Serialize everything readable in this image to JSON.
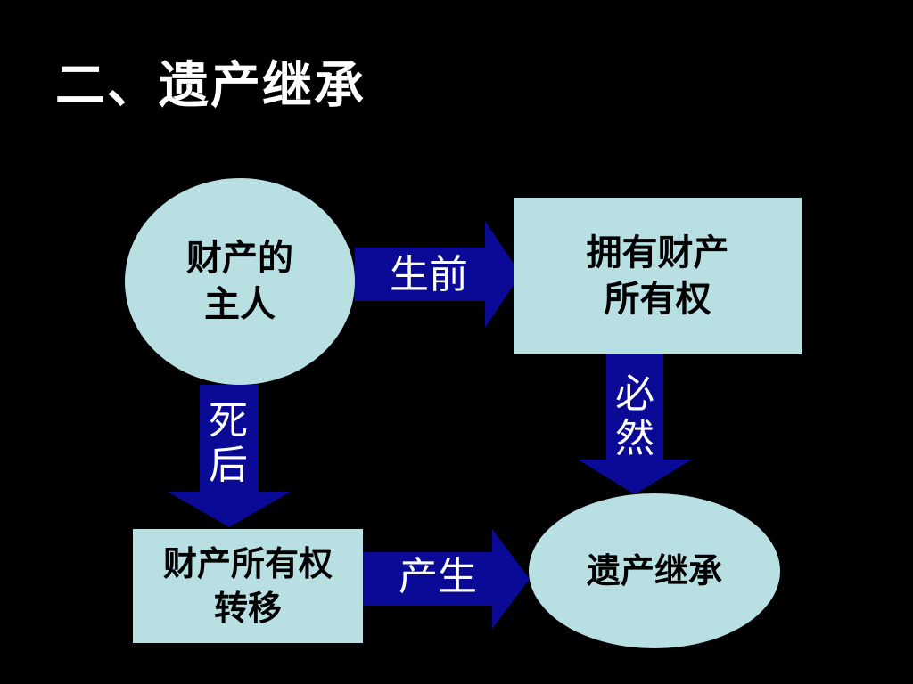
{
  "title": "二、遗产继承",
  "colors": {
    "background": "#000000",
    "node_fill": "#b8dfe2",
    "arrow_fill": "#0a0a96",
    "title_text": "#ffffff"
  },
  "nodes": {
    "owner": {
      "line1": "财产的",
      "line2": "主人"
    },
    "ownership": {
      "line1": "拥有财产",
      "line2": "所有权"
    },
    "transfer": {
      "line1": "财产所有权",
      "line2": "转移"
    },
    "inherit": {
      "line1": "遗产继承"
    }
  },
  "edges": {
    "before": {
      "label": "生前"
    },
    "after": {
      "line1": "死",
      "line2": "后"
    },
    "must": {
      "line1": "必",
      "line2": "然"
    },
    "produce": {
      "label": "产生"
    }
  }
}
